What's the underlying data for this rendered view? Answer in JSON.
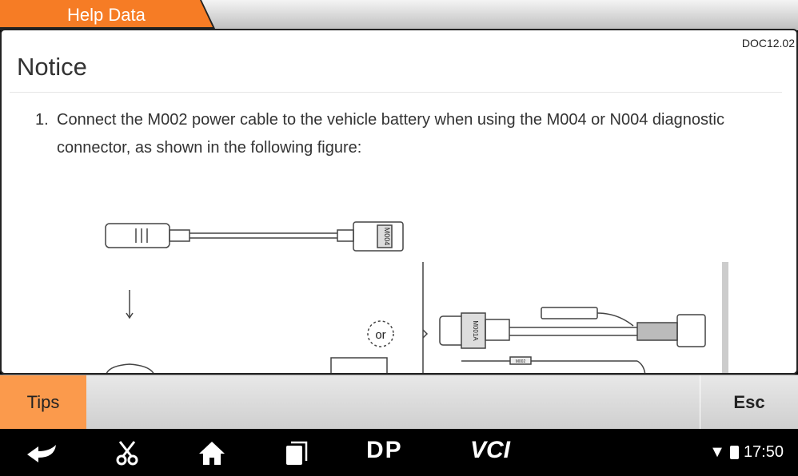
{
  "header": {
    "tab_label": "Help Data"
  },
  "content": {
    "doc_id": "DOC12.02",
    "title": "Notice",
    "items": [
      {
        "number": "1.",
        "text": "Connect the M002 power cable to the vehicle battery when using the M004 or N004 diagnostic connector, as shown in the following figure:"
      }
    ],
    "figure_labels": {
      "connector_a": "M004",
      "or": "or",
      "connector_b": "M001A",
      "cable": "M002"
    }
  },
  "bottombar": {
    "tips_label": "Tips",
    "esc_label": "Esc"
  },
  "navbar": {
    "dp_label": "DP",
    "vci_label": "VCI",
    "time": "17:50"
  },
  "colors": {
    "accent": "#fb9a4c",
    "tab": "#f57a22"
  }
}
